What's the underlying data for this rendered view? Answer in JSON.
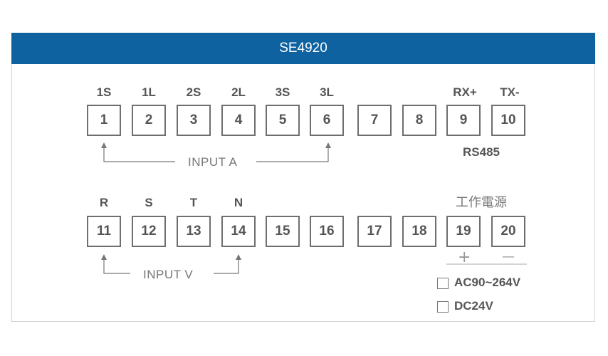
{
  "title": "SE4920",
  "row1": {
    "labels": [
      "1S",
      "1L",
      "2S",
      "2L",
      "3S",
      "3L",
      "",
      "",
      "RX+",
      "TX-"
    ],
    "terminals": [
      "1",
      "2",
      "3",
      "4",
      "5",
      "6",
      "7",
      "8",
      "9",
      "10"
    ],
    "input_label": "INPUT A",
    "comm_label": "RS485"
  },
  "row2": {
    "labels": [
      "R",
      "S",
      "T",
      "N"
    ],
    "terminals": [
      "11",
      "12",
      "13",
      "14",
      "15",
      "16",
      "17",
      "18",
      "19",
      "20"
    ],
    "input_label": "INPUT V",
    "power_label": "工作電源",
    "plus": "+",
    "minus": "—",
    "options": [
      "AC90~264V",
      "DC24V"
    ]
  }
}
